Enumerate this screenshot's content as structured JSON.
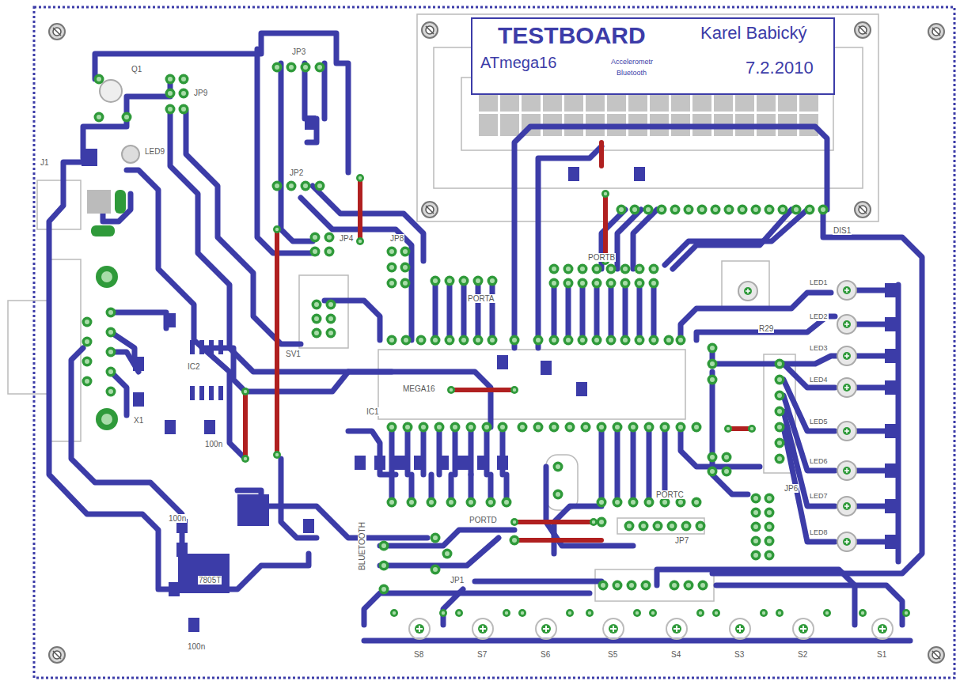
{
  "diagram": {
    "nodes": [
      {
        "text": [
          "TESTBOARD",
          "Karel Babický",
          "ATmega16",
          "Accelerometr",
          "Bluetooth",
          "7.2.2010"
        ]
      }
    ],
    "labels": [
      "J1",
      "LED9",
      "Q1",
      "JP9",
      "JP3",
      "JP2",
      "JP4",
      "JP8",
      "PORTA",
      "PORTB",
      "SV1",
      "IC1",
      "MEGA16",
      "DIS1",
      "R29",
      "JP6",
      "JP7",
      "PORTD",
      "PORTC",
      "JP1",
      "7805T",
      "100n",
      "100n",
      "100n",
      "X1",
      "IC2",
      "BLUETOOTH",
      "LED1",
      "LED2",
      "LED3",
      "LED4",
      "LED5",
      "LED6",
      "LED7",
      "LED8",
      "S8",
      "S7",
      "S6",
      "S5",
      "S4",
      "S3",
      "S2",
      "S1"
    ]
  }
}
